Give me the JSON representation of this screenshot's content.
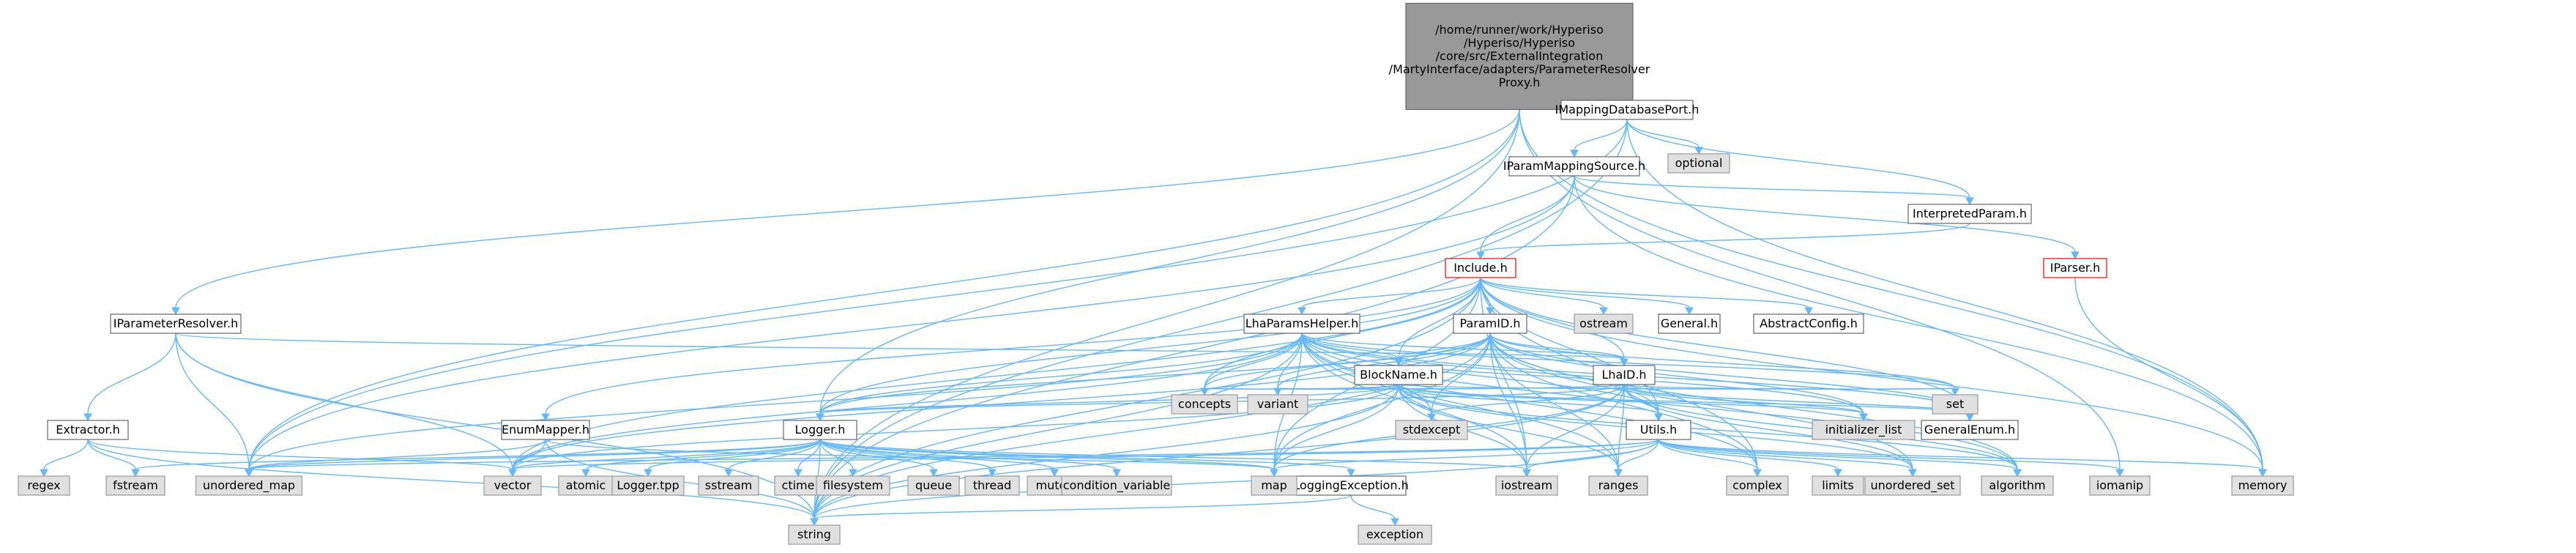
{
  "root_label": "/home/runner/work/Hyperiso/Hyperiso/core/src/ExternalIntegration/MartyInterface/adapters/ParameterResolverProxy.h",
  "colors": {
    "edge": "#63b8ff",
    "root_fill": "#999999",
    "sys_fill": "#e0e0e0",
    "node_border": "#666666",
    "incomplete_border": "#ff0000"
  },
  "nodes": [
    {
      "id": "root",
      "kind": "root",
      "label": [
        "/home/runner/work/Hyperiso",
        "/Hyperiso/Hyperiso",
        "/core/src/ExternalIntegration",
        "/MartyInterface/adapters/ParameterResolver",
        "Proxy.h"
      ]
    },
    {
      "id": "IMappingDatabasePort",
      "kind": "local",
      "label": [
        "IMappingDatabasePort.h"
      ]
    },
    {
      "id": "optional",
      "kind": "sys",
      "label": [
        "optional"
      ]
    },
    {
      "id": "IParamMappingSource",
      "kind": "local",
      "label": [
        "IParamMappingSource.h"
      ]
    },
    {
      "id": "InterpretedParam",
      "kind": "local",
      "label": [
        "InterpretedParam.h"
      ]
    },
    {
      "id": "IParser",
      "kind": "bad",
      "label": [
        "IParser.h"
      ]
    },
    {
      "id": "Include",
      "kind": "bad",
      "label": [
        "Include.h"
      ]
    },
    {
      "id": "IParameterResolver",
      "kind": "local",
      "label": [
        "IParameterResolver.h"
      ]
    },
    {
      "id": "LhaParamsHelper",
      "kind": "local",
      "label": [
        "LhaParamsHelper.h"
      ]
    },
    {
      "id": "ParamID",
      "kind": "local",
      "label": [
        "ParamID.h"
      ]
    },
    {
      "id": "ostream",
      "kind": "sys",
      "label": [
        "ostream"
      ]
    },
    {
      "id": "General",
      "kind": "local",
      "label": [
        "General.h"
      ]
    },
    {
      "id": "AbstractConfig",
      "kind": "local",
      "label": [
        "AbstractConfig.h"
      ]
    },
    {
      "id": "LhaID",
      "kind": "local",
      "label": [
        "LhaID.h"
      ]
    },
    {
      "id": "BlockName",
      "kind": "local",
      "label": [
        "BlockName.h"
      ]
    },
    {
      "id": "Extractor",
      "kind": "local",
      "label": [
        "Extractor.h"
      ]
    },
    {
      "id": "EnumMapper",
      "kind": "local",
      "label": [
        "EnumMapper.h"
      ]
    },
    {
      "id": "Logger",
      "kind": "local",
      "label": [
        "Logger.h"
      ]
    },
    {
      "id": "Utils",
      "kind": "local",
      "label": [
        "Utils.h"
      ]
    },
    {
      "id": "GeneralEnum",
      "kind": "local",
      "label": [
        "GeneralEnum.h"
      ]
    },
    {
      "id": "LoggingException",
      "kind": "local",
      "label": [
        "LoggingException.h"
      ]
    },
    {
      "id": "concepts",
      "kind": "sys",
      "label": [
        "concepts"
      ]
    },
    {
      "id": "variant",
      "kind": "sys",
      "label": [
        "variant"
      ]
    },
    {
      "id": "stdexcept",
      "kind": "sys",
      "label": [
        "stdexcept"
      ]
    },
    {
      "id": "initializer_list",
      "kind": "sys",
      "label": [
        "initializer_list"
      ]
    },
    {
      "id": "set",
      "kind": "sys",
      "label": [
        "set"
      ]
    },
    {
      "id": "regex",
      "kind": "sys",
      "label": [
        "regex"
      ]
    },
    {
      "id": "fstream",
      "kind": "sys",
      "label": [
        "fstream"
      ]
    },
    {
      "id": "unordered_map",
      "kind": "sys",
      "label": [
        "unordered_map"
      ]
    },
    {
      "id": "vector",
      "kind": "sys",
      "label": [
        "vector"
      ]
    },
    {
      "id": "atomic",
      "kind": "sys",
      "label": [
        "atomic"
      ]
    },
    {
      "id": "Logger_tpp",
      "kind": "sys",
      "label": [
        "Logger.tpp"
      ]
    },
    {
      "id": "sstream",
      "kind": "sys",
      "label": [
        "sstream"
      ]
    },
    {
      "id": "ctime",
      "kind": "sys",
      "label": [
        "ctime"
      ]
    },
    {
      "id": "filesystem",
      "kind": "sys",
      "label": [
        "filesystem"
      ]
    },
    {
      "id": "queue",
      "kind": "sys",
      "label": [
        "queue"
      ]
    },
    {
      "id": "thread",
      "kind": "sys",
      "label": [
        "thread"
      ]
    },
    {
      "id": "mutex",
      "kind": "sys",
      "label": [
        "mutex"
      ]
    },
    {
      "id": "condition_variable",
      "kind": "sys",
      "label": [
        "condition_variable"
      ]
    },
    {
      "id": "map",
      "kind": "sys",
      "label": [
        "map"
      ]
    },
    {
      "id": "iostream",
      "kind": "sys",
      "label": [
        "iostream"
      ]
    },
    {
      "id": "ranges",
      "kind": "sys",
      "label": [
        "ranges"
      ]
    },
    {
      "id": "complex",
      "kind": "sys",
      "label": [
        "complex"
      ]
    },
    {
      "id": "limits",
      "kind": "sys",
      "label": [
        "limits"
      ]
    },
    {
      "id": "unordered_set",
      "kind": "sys",
      "label": [
        "unordered_set"
      ]
    },
    {
      "id": "algorithm",
      "kind": "sys",
      "label": [
        "algorithm"
      ]
    },
    {
      "id": "iomanip",
      "kind": "sys",
      "label": [
        "iomanip"
      ]
    },
    {
      "id": "memory",
      "kind": "sys",
      "label": [
        "memory"
      ]
    },
    {
      "id": "string",
      "kind": "sys",
      "label": [
        "string"
      ]
    },
    {
      "id": "exception",
      "kind": "sys",
      "label": [
        "exception"
      ]
    }
  ],
  "edges": [
    [
      "root",
      "IMappingDatabasePort"
    ],
    [
      "root",
      "IParameterResolver"
    ],
    [
      "root",
      "Logger"
    ],
    [
      "root",
      "unordered_map"
    ],
    [
      "root",
      "string"
    ],
    [
      "root",
      "memory"
    ],
    [
      "root",
      "iomanip"
    ],
    [
      "IMappingDatabasePort",
      "optional"
    ],
    [
      "IMappingDatabasePort",
      "IParamMappingSource"
    ],
    [
      "IMappingDatabasePort",
      "InterpretedParam"
    ],
    [
      "IMappingDatabasePort",
      "memory"
    ],
    [
      "IMappingDatabasePort",
      "unordered_map"
    ],
    [
      "IMappingDatabasePort",
      "string"
    ],
    [
      "IParamMappingSource",
      "InterpretedParam"
    ],
    [
      "IParamMappingSource",
      "IParser"
    ],
    [
      "IParamMappingSource",
      "Include"
    ],
    [
      "IParamMappingSource",
      "memory"
    ],
    [
      "IParamMappingSource",
      "unordered_map"
    ],
    [
      "IParamMappingSource",
      "string"
    ],
    [
      "InterpretedParam",
      "Include"
    ],
    [
      "IParser",
      "memory"
    ],
    [
      "Include",
      "LhaParamsHelper"
    ],
    [
      "Include",
      "ParamID"
    ],
    [
      "Include",
      "ostream"
    ],
    [
      "Include",
      "General"
    ],
    [
      "Include",
      "AbstractConfig"
    ],
    [
      "Include",
      "LhaID"
    ],
    [
      "Include",
      "BlockName"
    ],
    [
      "Include",
      "EnumMapper"
    ],
    [
      "Include",
      "Logger"
    ],
    [
      "Include",
      "Utils"
    ],
    [
      "Include",
      "GeneralEnum"
    ],
    [
      "Include",
      "concepts"
    ],
    [
      "Include",
      "memory"
    ],
    [
      "Include",
      "string"
    ],
    [
      "Include",
      "vector"
    ],
    [
      "Include",
      "map"
    ],
    [
      "Include",
      "complex"
    ],
    [
      "Include",
      "iostream"
    ],
    [
      "IParameterResolver",
      "Extractor"
    ],
    [
      "IParameterResolver",
      "LhaID"
    ],
    [
      "IParameterResolver",
      "unordered_map"
    ],
    [
      "IParameterResolver",
      "vector"
    ],
    [
      "IParameterResolver",
      "string"
    ],
    [
      "LhaParamsHelper",
      "BlockName"
    ],
    [
      "LhaParamsHelper",
      "LhaID"
    ],
    [
      "LhaParamsHelper",
      "Logger"
    ],
    [
      "LhaParamsHelper",
      "Utils"
    ],
    [
      "LhaParamsHelper",
      "GeneralEnum"
    ],
    [
      "LhaParamsHelper",
      "concepts"
    ],
    [
      "LhaParamsHelper",
      "variant"
    ],
    [
      "LhaParamsHelper",
      "stdexcept"
    ],
    [
      "LhaParamsHelper",
      "initializer_list"
    ],
    [
      "LhaParamsHelper",
      "set"
    ],
    [
      "LhaParamsHelper",
      "map"
    ],
    [
      "LhaParamsHelper",
      "vector"
    ],
    [
      "LhaParamsHelper",
      "string"
    ],
    [
      "LhaParamsHelper",
      "unordered_map"
    ],
    [
      "LhaParamsHelper",
      "complex"
    ],
    [
      "LhaParamsHelper",
      "iostream"
    ],
    [
      "LhaParamsHelper",
      "algorithm"
    ],
    [
      "LhaParamsHelper",
      "ranges"
    ],
    [
      "ParamID",
      "LhaID"
    ],
    [
      "ParamID",
      "BlockName"
    ],
    [
      "ParamID",
      "Logger"
    ],
    [
      "ParamID",
      "Utils"
    ],
    [
      "ParamID",
      "GeneralEnum"
    ],
    [
      "ParamID",
      "concepts"
    ],
    [
      "ParamID",
      "variant"
    ],
    [
      "ParamID",
      "stdexcept"
    ],
    [
      "ParamID",
      "initializer_list"
    ],
    [
      "ParamID",
      "set"
    ],
    [
      "ParamID",
      "map"
    ],
    [
      "ParamID",
      "string"
    ],
    [
      "ParamID",
      "vector"
    ],
    [
      "ParamID",
      "iostream"
    ],
    [
      "ParamID",
      "ranges"
    ],
    [
      "ParamID",
      "unordered_set"
    ],
    [
      "ParamID",
      "algorithm"
    ],
    [
      "ParamID",
      "complex"
    ],
    [
      "LhaID",
      "BlockName"
    ],
    [
      "LhaID",
      "Logger"
    ],
    [
      "LhaID",
      "Utils"
    ],
    [
      "LhaID",
      "GeneralEnum"
    ],
    [
      "LhaID",
      "concepts"
    ],
    [
      "LhaID",
      "variant"
    ],
    [
      "LhaID",
      "stdexcept"
    ],
    [
      "LhaID",
      "initializer_list"
    ],
    [
      "LhaID",
      "set"
    ],
    [
      "LhaID",
      "map"
    ],
    [
      "LhaID",
      "string"
    ],
    [
      "LhaID",
      "iostream"
    ],
    [
      "LhaID",
      "ranges"
    ],
    [
      "LhaID",
      "algorithm"
    ],
    [
      "LhaID",
      "unordered_set"
    ],
    [
      "BlockName",
      "Logger"
    ],
    [
      "BlockName",
      "Utils"
    ],
    [
      "BlockName",
      "GeneralEnum"
    ],
    [
      "BlockName",
      "concepts"
    ],
    [
      "BlockName",
      "variant"
    ],
    [
      "BlockName",
      "stdexcept"
    ],
    [
      "BlockName",
      "initializer_list"
    ],
    [
      "BlockName",
      "set"
    ],
    [
      "BlockName",
      "map"
    ],
    [
      "BlockName",
      "string"
    ],
    [
      "BlockName",
      "vector"
    ],
    [
      "BlockName",
      "iostream"
    ],
    [
      "BlockName",
      "ranges"
    ],
    [
      "BlockName",
      "algorithm"
    ],
    [
      "BlockName",
      "unordered_set"
    ],
    [
      "Extractor",
      "regex"
    ],
    [
      "Extractor",
      "fstream"
    ],
    [
      "Extractor",
      "vector"
    ],
    [
      "Extractor",
      "string"
    ],
    [
      "EnumMapper",
      "unordered_map"
    ],
    [
      "EnumMapper",
      "string"
    ],
    [
      "EnumMapper",
      "vector"
    ],
    [
      "EnumMapper",
      "map"
    ],
    [
      "Logger",
      "fstream"
    ],
    [
      "Logger",
      "unordered_map"
    ],
    [
      "Logger",
      "vector"
    ],
    [
      "Logger",
      "atomic"
    ],
    [
      "Logger",
      "Logger_tpp"
    ],
    [
      "Logger",
      "sstream"
    ],
    [
      "Logger",
      "ctime"
    ],
    [
      "Logger",
      "filesystem"
    ],
    [
      "Logger",
      "queue"
    ],
    [
      "Logger",
      "thread"
    ],
    [
      "Logger",
      "mutex"
    ],
    [
      "Logger",
      "condition_variable"
    ],
    [
      "Logger",
      "map"
    ],
    [
      "Logger",
      "LoggingException"
    ],
    [
      "Logger",
      "iostream"
    ],
    [
      "Logger",
      "string"
    ],
    [
      "Utils",
      "complex"
    ],
    [
      "Utils",
      "limits"
    ],
    [
      "Utils",
      "unordered_set"
    ],
    [
      "Utils",
      "algorithm"
    ],
    [
      "Utils",
      "iomanip"
    ],
    [
      "Utils",
      "memory"
    ],
    [
      "Utils",
      "map"
    ],
    [
      "Utils",
      "iostream"
    ],
    [
      "Utils",
      "ranges"
    ],
    [
      "Utils",
      "vector"
    ],
    [
      "Utils",
      "string"
    ],
    [
      "Utils",
      "unordered_map"
    ],
    [
      "LoggingException",
      "exception"
    ],
    [
      "LoggingException",
      "string"
    ]
  ]
}
